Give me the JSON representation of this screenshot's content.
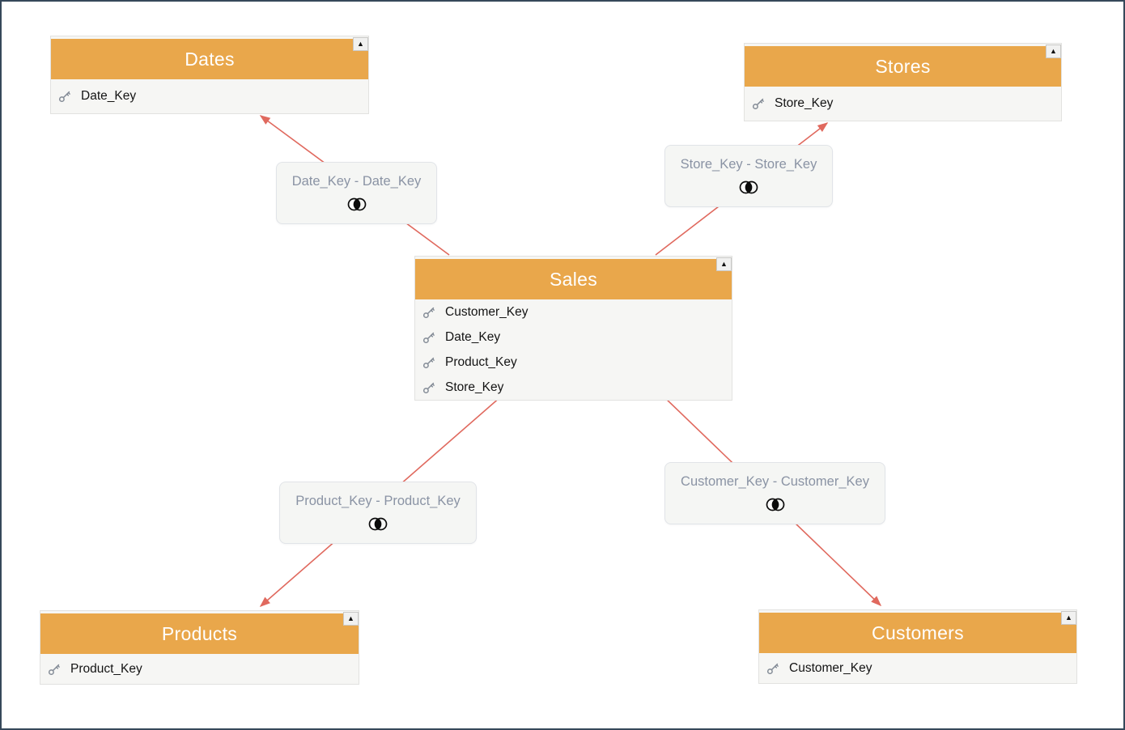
{
  "diagram": {
    "tables": [
      {
        "title": "Dates",
        "fields": [
          "Date_Key"
        ]
      },
      {
        "title": "Stores",
        "fields": [
          "Store_Key"
        ]
      },
      {
        "title": "Sales",
        "fields": [
          "Customer_Key",
          "Date_Key",
          "Product_Key",
          "Store_Key"
        ]
      },
      {
        "title": "Products",
        "fields": [
          "Product_Key"
        ]
      },
      {
        "title": "Customers",
        "fields": [
          "Customer_Key"
        ]
      }
    ],
    "relationships": [
      {
        "label": "Date_Key - Date_Key",
        "from": "Sales",
        "to": "Dates",
        "join_icon": "inner-join"
      },
      {
        "label": "Store_Key - Store_Key",
        "from": "Sales",
        "to": "Stores",
        "join_icon": "inner-join"
      },
      {
        "label": "Product_Key - Product_Key",
        "from": "Sales",
        "to": "Products",
        "join_icon": "inner-join"
      },
      {
        "label": "Customer_Key - Customer_Key",
        "from": "Sales",
        "to": "Customers",
        "join_icon": "inner-join"
      }
    ],
    "icons": {
      "collapse": "▲",
      "field": "key-icon",
      "join": "inner-join-icon"
    },
    "colors": {
      "table_header": "#E9A74B",
      "table_body": "#F6F6F4",
      "arrow": "#E0695E",
      "canvas_border": "#36485A",
      "relationship_text": "#8A93A4",
      "key_icon": "#828A95"
    }
  }
}
